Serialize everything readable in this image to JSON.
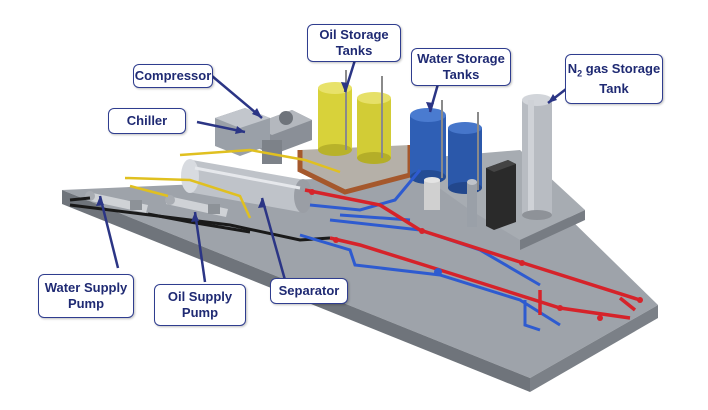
{
  "colors": {
    "label_border": "#2f3d8f",
    "label_text": "#1f2a73",
    "leader_line": "#2b3585",
    "platform_top": "#9ea3aa",
    "platform_side": "#6f747b",
    "oil_tank": "#d8d23a",
    "water_tank": "#2f5fb5",
    "n2_tank": "#b8bcc2",
    "red_pipe": "#d6232a",
    "blue_pipe": "#2e5bd0",
    "black_pipe": "#1a1a1a",
    "yellow_pipe": "#e0c020",
    "bund_wall": "#a5582c"
  },
  "labels": {
    "compressor": "Compressor",
    "chiller": "Chiller",
    "oil_storage": "Oil Storage\nTanks",
    "water_storage": "Water Storage\nTanks",
    "n2_prefix": "N",
    "n2_sub": "2",
    "n2_suffix": " gas Storage\nTank",
    "separator": "Separator",
    "water_pump": "Water Supply\nPump",
    "oil_pump": "Oil Supply\nPump"
  }
}
